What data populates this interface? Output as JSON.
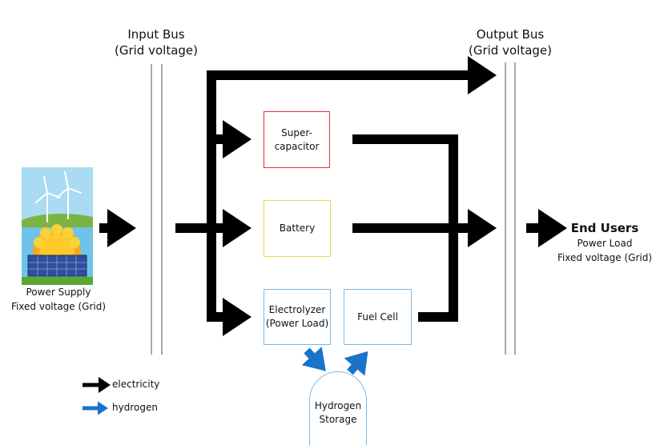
{
  "input_bus": {
    "line1": "Input Bus",
    "line2": "(Grid voltage)"
  },
  "output_bus": {
    "line1": "Output Bus",
    "line2": "(Grid voltage)"
  },
  "power_supply": {
    "line1": "Power Supply",
    "line2": "Fixed voltage (Grid)"
  },
  "end_users": {
    "title": "End Users",
    "line1": "Power Load",
    "line2": "Fixed voltage (Grid)"
  },
  "nodes": {
    "supercapacitor": {
      "line1": "Super-",
      "line2": "capacitor",
      "border_color": "#d9323a"
    },
    "battery": {
      "label": "Battery",
      "border_color": "#f2d84c"
    },
    "electrolyzer": {
      "line1": "Electrolyzer",
      "line2": "(Power Load)",
      "border_color": "#7fb6e0"
    },
    "fuel_cell": {
      "label": "Fuel Cell",
      "border_color": "#7fb6e0"
    },
    "hydrogen_storage": {
      "line1": "Hydrogen",
      "line2": "Storage",
      "border_color": "#7fb6e0"
    }
  },
  "legend": {
    "electricity": {
      "label": "electricity",
      "color": "#000000"
    },
    "hydrogen": {
      "label": "hydrogen",
      "color": "#1a73c9"
    }
  }
}
